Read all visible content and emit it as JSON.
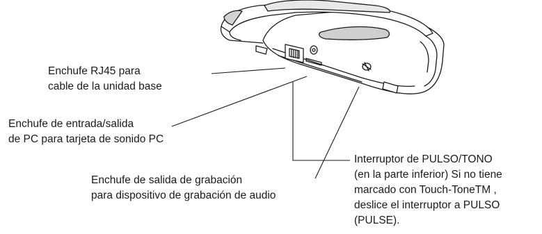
{
  "diagram": {
    "callouts": {
      "rj45": [
        "Enchufe RJ45 para",
        "cable de la unidad base"
      ],
      "pc_audio": [
        "Enchufe de entrada/salida",
        "de PC para tarjeta de sonido PC"
      ],
      "recording": [
        "Enchufe de salida de grabación",
        "para dispositivo de grabación de audio"
      ],
      "pulse_tone": [
        "Interruptor de PULSO/TONO",
        "(en la parte inferior) Si no tiene",
        "marcado con Touch-ToneTM ,",
        "deslice el interruptor a PULSO",
        "(PULSE)."
      ]
    }
  }
}
